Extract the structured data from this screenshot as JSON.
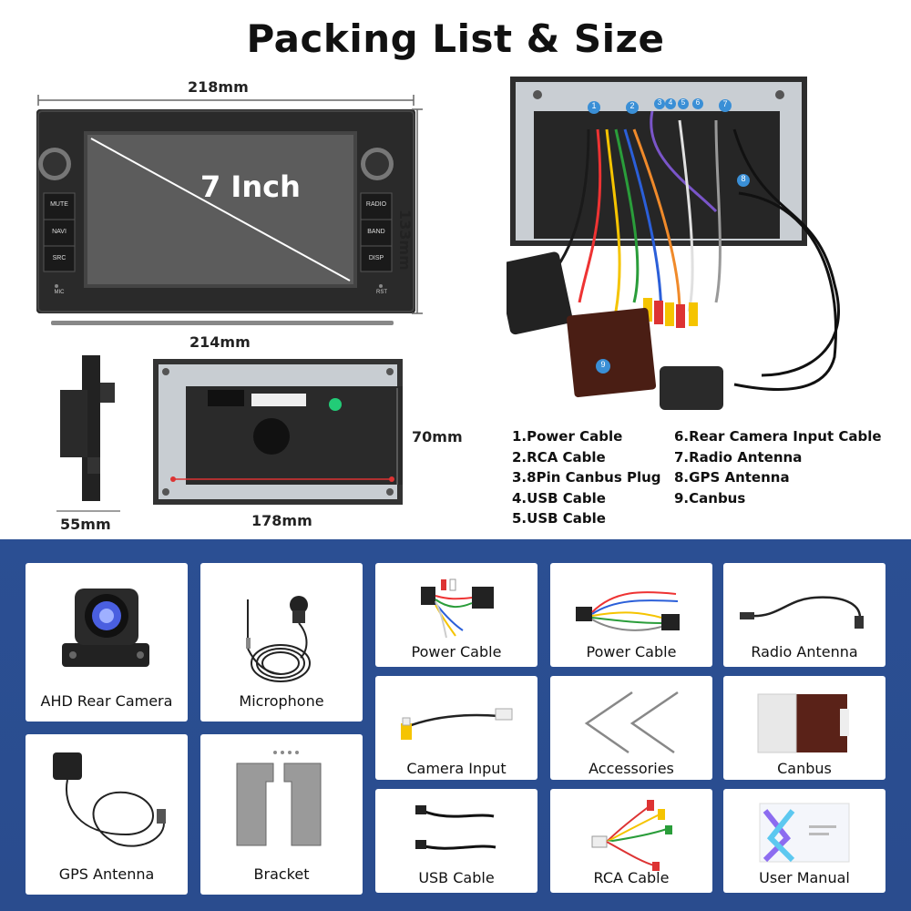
{
  "title": "Packing List & Size",
  "dimensions": {
    "width_top": "218mm",
    "height": "133mm",
    "width_bottom": "214mm",
    "screen": "7 Inch",
    "depth": "55mm",
    "back_width": "178mm",
    "back_height": "70mm"
  },
  "panel_buttons": {
    "left": [
      "MUTE",
      "NAVI",
      "SRC",
      "MIC"
    ],
    "right": [
      "RADIO",
      "BAND",
      "DISP",
      "RST"
    ]
  },
  "connector_numbers": [
    "1",
    "2",
    "3",
    "4",
    "5",
    "6",
    "7",
    "8",
    "9"
  ],
  "cable_legend": {
    "col1": [
      "1.Power Cable",
      "2.RCA Cable",
      "3.8Pin Canbus Plug",
      "4.USB Cable",
      "5.USB Cable"
    ],
    "col2": [
      "6.Rear Camera Input Cable",
      "7.Radio Antenna",
      "8.GPS Antenna",
      "9.Canbus"
    ]
  },
  "items": [
    {
      "label": "AHD Rear Camera",
      "icon": "camera-icon"
    },
    {
      "label": "Microphone",
      "icon": "microphone-icon"
    },
    {
      "label": "Power Cable",
      "icon": "power-cable-icon"
    },
    {
      "label": "Power Cable",
      "icon": "power-cable-icon"
    },
    {
      "label": "Radio Antenna",
      "icon": "antenna-icon"
    },
    {
      "label": "Camera Input",
      "icon": "camera-input-icon"
    },
    {
      "label": "Accessories",
      "icon": "removal-tool-icon"
    },
    {
      "label": "Canbus",
      "icon": "canbus-box-icon"
    },
    {
      "label": "GPS Antenna",
      "icon": "gps-antenna-icon"
    },
    {
      "label": "Bracket",
      "icon": "bracket-icon"
    },
    {
      "label": "USB Cable",
      "icon": "usb-cable-icon"
    },
    {
      "label": "RCA Cable",
      "icon": "rca-cable-icon"
    },
    {
      "label": "User Manual",
      "icon": "manual-icon"
    }
  ],
  "colors": {
    "bottom_background": "#2b4f93",
    "unit_body": "#2a2a2a",
    "accent_line": "#d33"
  }
}
